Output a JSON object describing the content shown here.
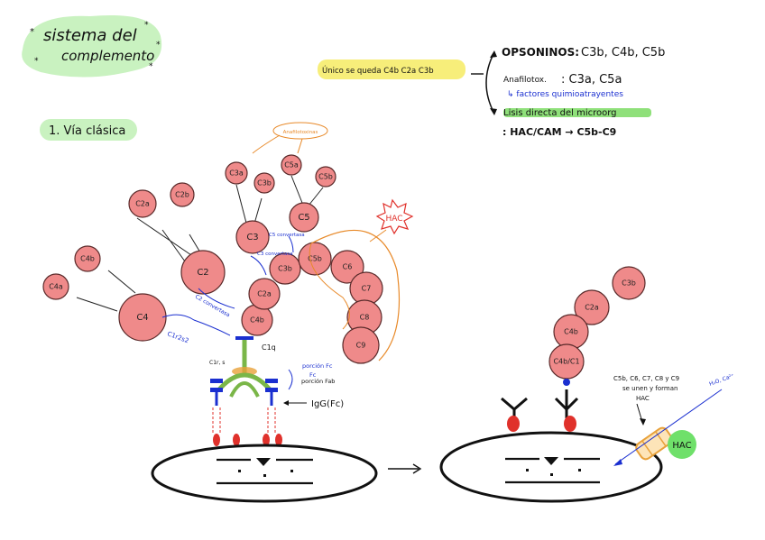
{
  "title": {
    "line1": "sistema del",
    "line2": "complemento",
    "bg_color": "#c9f2c0"
  },
  "section": {
    "label": "1. Vía clásica",
    "bg_color": "#c9f2c0"
  },
  "legend": {
    "unico_text": "Único se queda C4b C2a C3b",
    "unico_bg": "#f7ee7a",
    "opsoninas_label": "OPSONINOS:",
    "opsoninas_value": "C3b, C4b, C5b",
    "anafilotox_label": "Anafilotox.",
    "anafilotox_value": ": C3a, C5a",
    "factores": "↳ factores quimioatrayentes",
    "lisis": "Lisis directa del microorg",
    "lisis_bg": "#8fe07a",
    "hac": ": HAC/CAM → C5b-C9"
  },
  "components": {
    "c4": "C4",
    "c4a": "C4a",
    "c4b_small": "C4b",
    "c2": "C2",
    "c2a_small": "C2a",
    "c2b": "C2b",
    "c3": "C3",
    "c3a": "C3a",
    "c3b_small": "C3b",
    "c5": "C5",
    "c5a": "C5a",
    "c5b_small": "C5b",
    "c4b": "C4b",
    "c2a": "C2a",
    "c3b": "C3b",
    "c5b": "C5b",
    "c6": "C6",
    "c7": "C7",
    "c8": "C8",
    "c9": "C9"
  },
  "labels": {
    "c1r2s2": "C1r2s2",
    "c2_convertasa": "C2 convertasa",
    "c3_convertasa": "C3 convertasa",
    "c5_convertasa": "C5 convertasa",
    "c1q": "C1q",
    "c1r_s": "C1r, s",
    "porcion_fc": "porción Fc",
    "fc": "Fc",
    "porcion_fab": "porción Fab",
    "igg_fc": "IgG(Fc)",
    "anafilotox_bubble": "Anafilotoxinas",
    "hac_star": "HAC"
  },
  "right_panel": {
    "c3b": "C3b",
    "c2a": "C2a",
    "c4b": "C4b",
    "c4b2": "C4b/C1",
    "note_line1": "C5b, C6, C7, C8 y C9",
    "note_line2": "se unen y forman",
    "note_line3": "HAC",
    "water": "H₂O, Ca²⁺",
    "hac_circle": "HAC",
    "hac_color": "#6fe06a",
    "arrow_color": "#1a2fd0"
  }
}
